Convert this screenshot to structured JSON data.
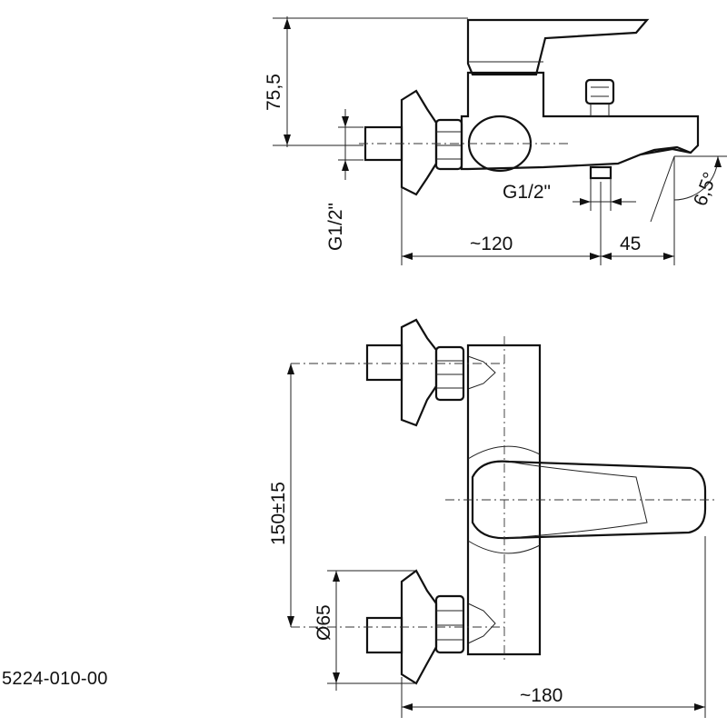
{
  "part_number": "5224-010-00",
  "side_view": {
    "dim_height": "75,5",
    "dim_inlet_thread": "G1/2\"",
    "dim_outlet_thread": "G1/2\"",
    "dim_length": "~120",
    "dim_spout": "45",
    "dim_angle": "6,5°"
  },
  "front_view": {
    "dim_spacing": "150±15",
    "dim_diameter": "Ø65",
    "dim_width": "~180"
  }
}
